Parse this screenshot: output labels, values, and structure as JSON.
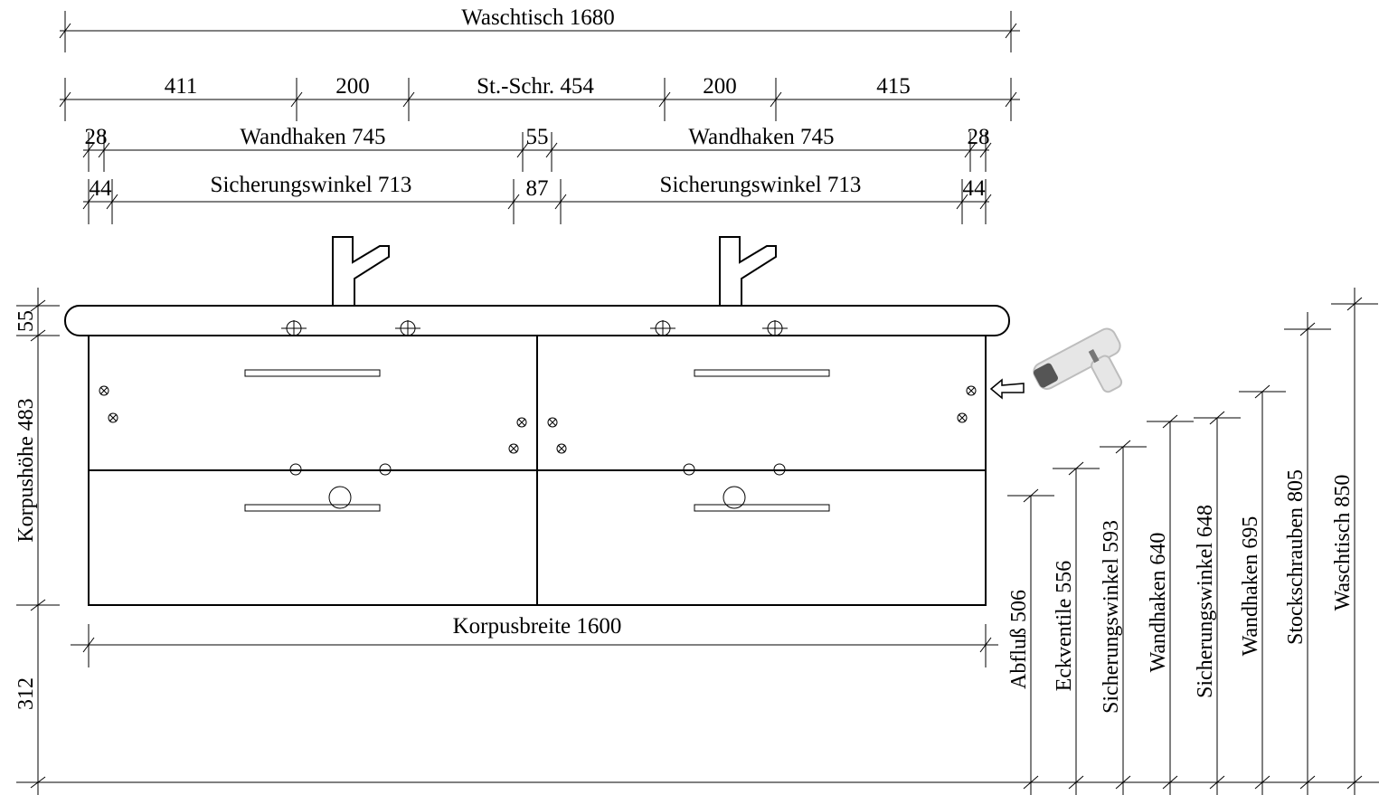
{
  "dims": {
    "waschtisch_top": "Waschtisch  1680",
    "seg_411": "411",
    "seg_200a": "200",
    "st_schr": "St.-Schr.  454",
    "seg_200b": "200",
    "seg_415": "415",
    "d28a": "28",
    "wandhaken_l": "Wandhaken  745",
    "d55": "55",
    "wandhaken_r": "Wandhaken  745",
    "d28b": "28",
    "d44a": "44",
    "sicherung_l": "Sicherungswinkel  713",
    "d87": "87",
    "sicherung_r": "Sicherungswinkel  713",
    "d44b": "44",
    "korpusbreite": "Korpusbreite  1600",
    "left_55": "55",
    "korpushoehe": "Korpushöhe  483",
    "left_312": "312"
  },
  "heights": [
    "Abfluß  506",
    "Eckventile  556",
    "Sicherungswinkel  593",
    "Wandhaken  640",
    "Sicherungswinkel  648",
    "Wandhaken  695",
    "Stockschrauben  805",
    "Waschtisch  850"
  ]
}
